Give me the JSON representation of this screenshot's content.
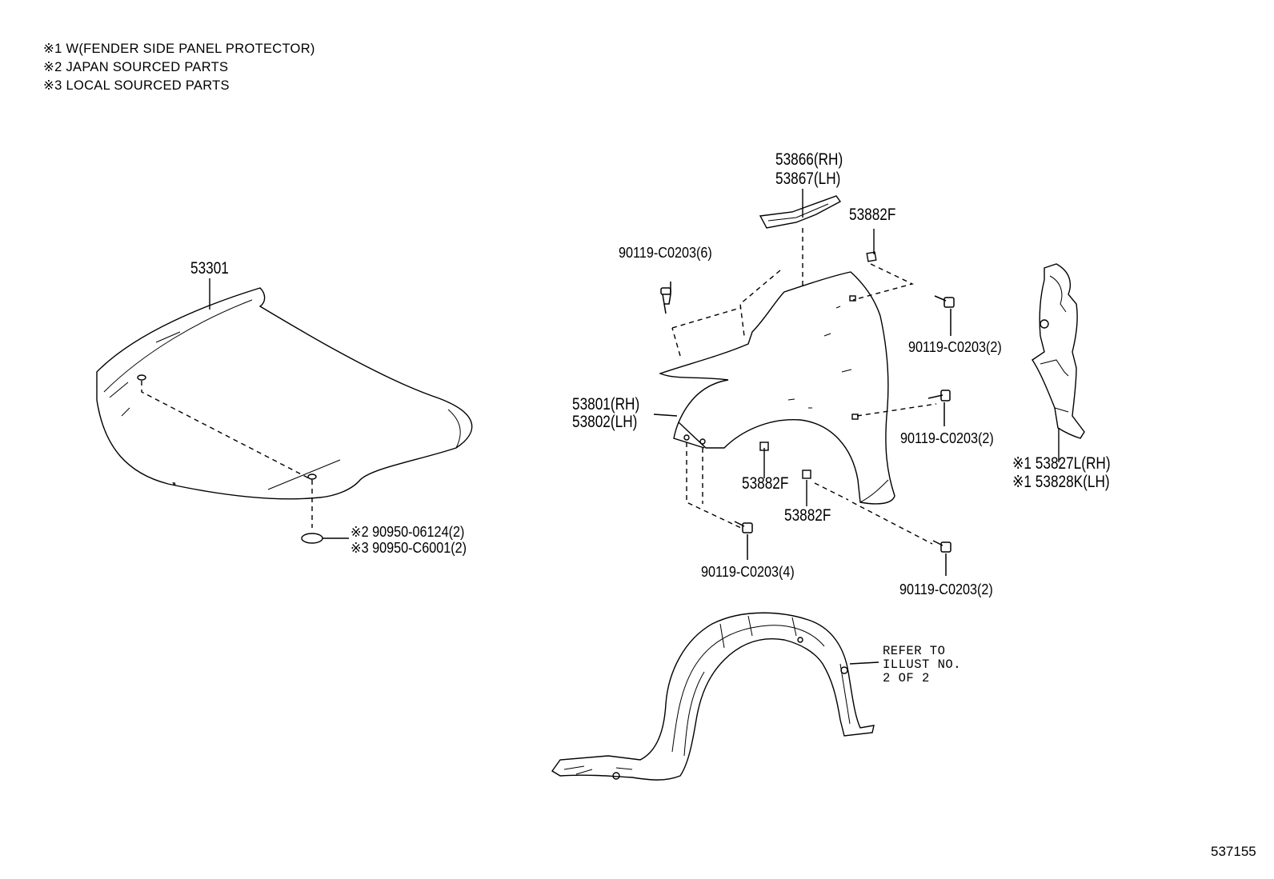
{
  "legend": {
    "note1": "※1 W(FENDER SIDE PANEL PROTECTOR)",
    "note2": "※2 JAPAN SOURCED PARTS",
    "note3": "※3 LOCAL SOURCED PARTS"
  },
  "parts": {
    "hood": "53301",
    "hood_plug_jp": "※2 90950-06124(2)",
    "hood_plug_local": "※3 90950-C6001(2)",
    "seal_rh": "53866(RH)",
    "seal_lh": "53867(LH)",
    "clip_top": "53882F",
    "screw_top_left": "90119-C0203(6)",
    "screw_top_right": "90119-C0203(2)",
    "fender_rh": "53801(RH)",
    "fender_lh": "53802(LH)",
    "screw_mid_right": "90119-C0203(2)",
    "clip_mid": "53882F",
    "clip_low": "53882F",
    "screw_bottom_left": "90119-C0203(4)",
    "screw_bottom_right": "90119-C0203(2)",
    "protector_rh": "※1 53827L(RH)",
    "protector_lh": "※1 53828K(LH)"
  },
  "refer": {
    "line1": "REFER TO",
    "line2": "ILLUST NO.",
    "line3": "2 OF 2"
  },
  "illustration_number": "537155"
}
